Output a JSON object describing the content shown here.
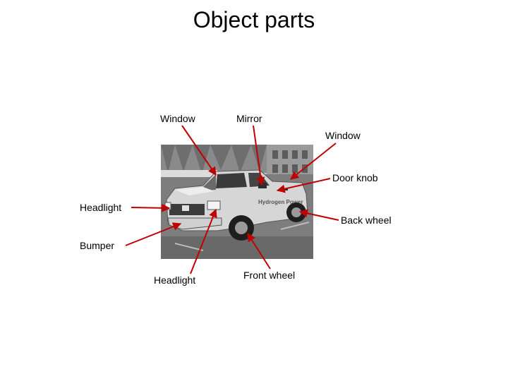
{
  "title": "Object parts",
  "labels": {
    "window_left": "Window",
    "mirror": "Mirror",
    "window_right": "Window",
    "door_knob": "Door knob",
    "headlight_left": "Headlight",
    "back_wheel": "Back wheel",
    "bumper": "Bumper",
    "headlight_bottom": "Headlight",
    "front_wheel": "Front wheel"
  },
  "photo": {
    "description_icon": "pickup-truck-photo",
    "truck_decal": "Hydrogen Power"
  },
  "colors": {
    "arrow": "#c00000",
    "photo_tone": "grayscale"
  }
}
